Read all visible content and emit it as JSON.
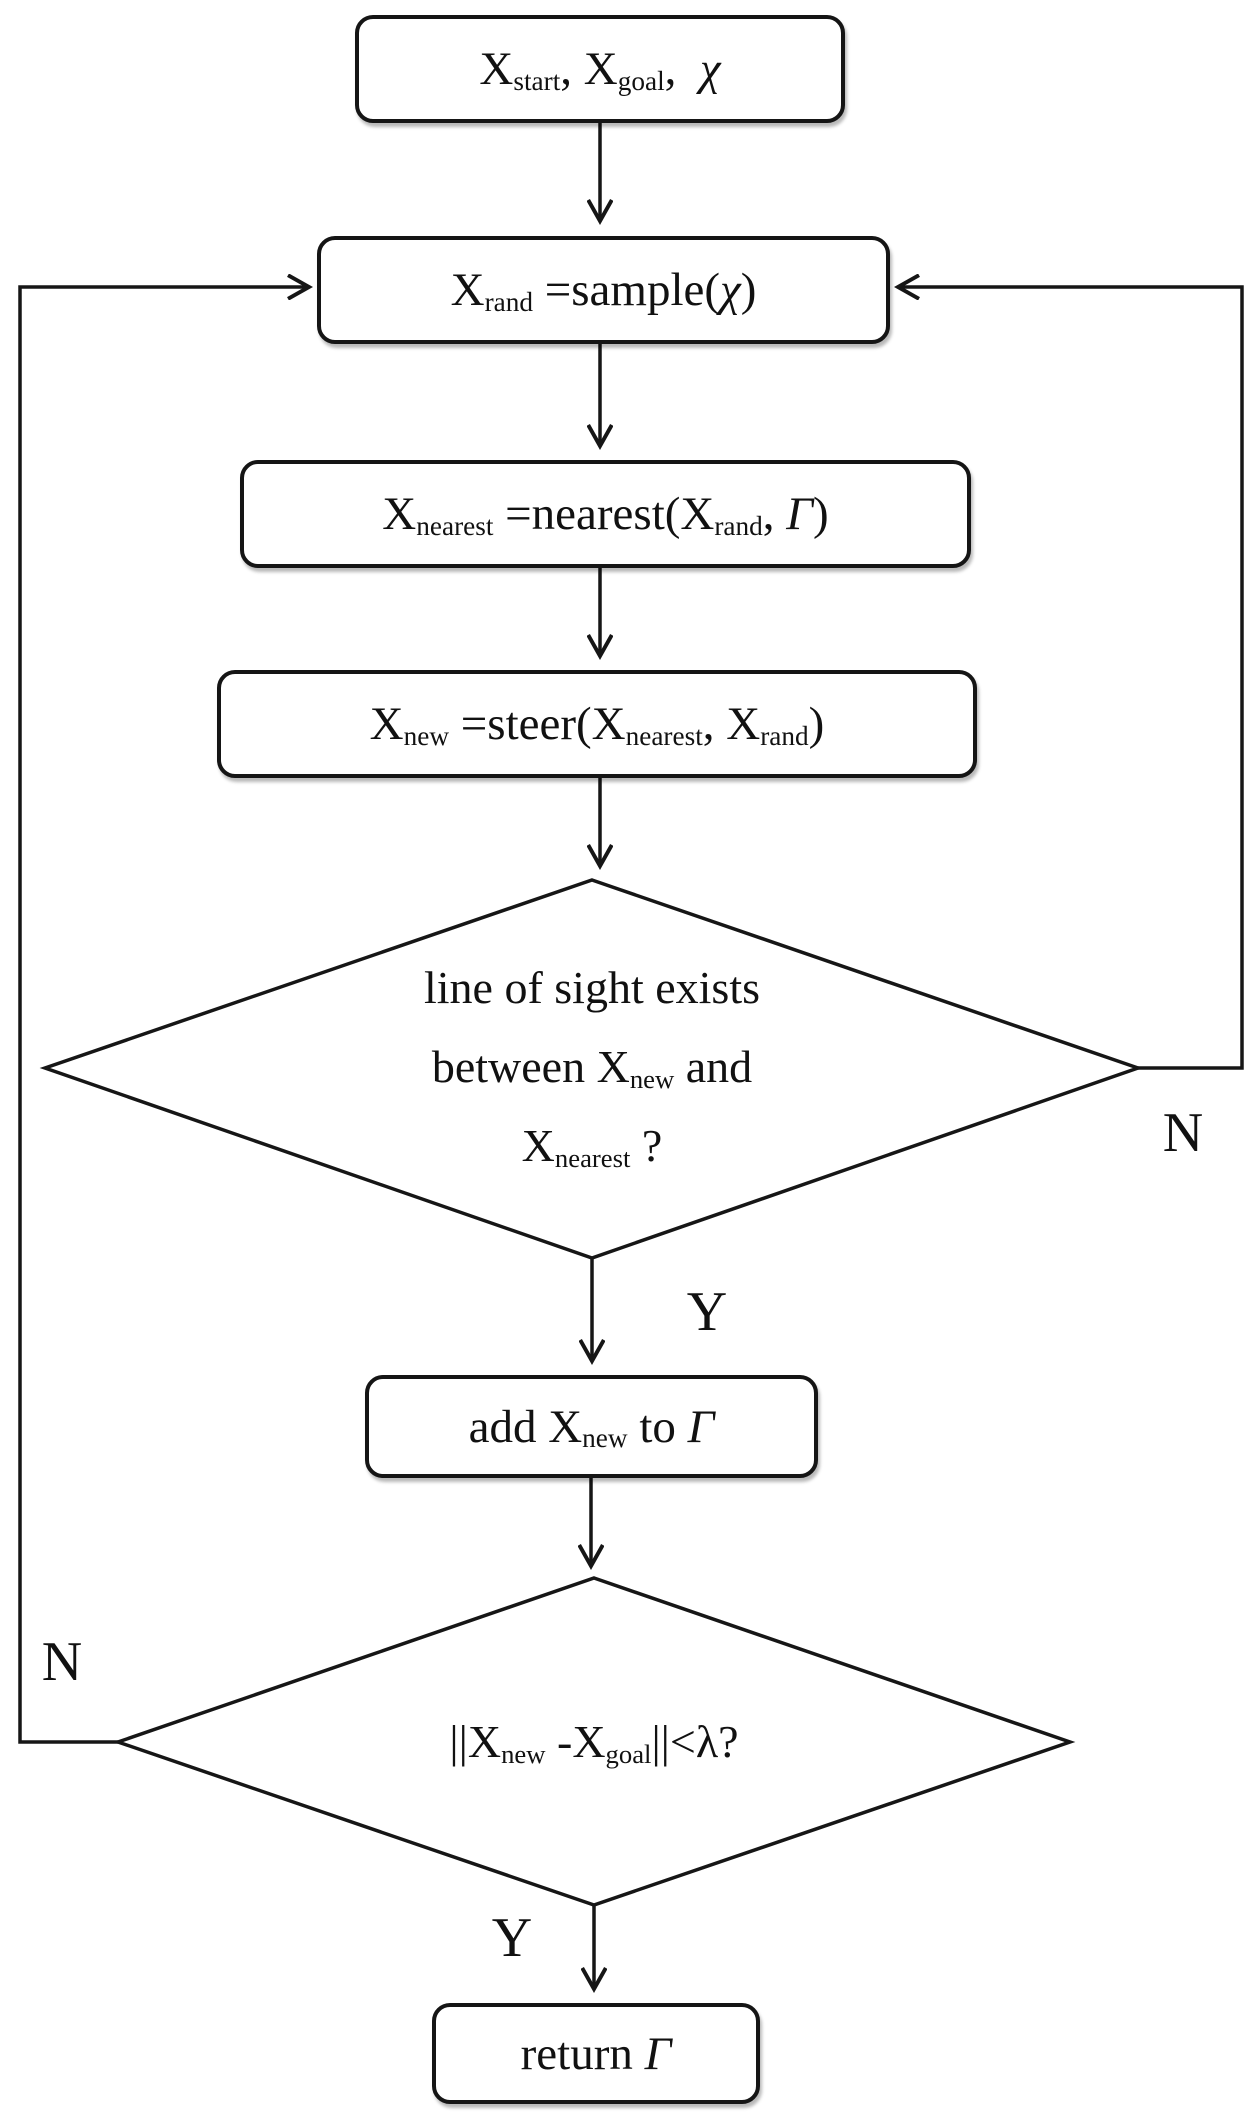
{
  "flowchart": {
    "nodes": {
      "start": {
        "segments": [
          {
            "t": "X"
          },
          {
            "t": "start",
            "sub": true
          },
          {
            "t": ", X"
          },
          {
            "t": "goal",
            "sub": true
          },
          {
            "t": ",  "
          },
          {
            "t": "χ",
            "i": true
          }
        ]
      },
      "sample": {
        "segments": [
          {
            "t": "X"
          },
          {
            "t": "rand",
            "sub": true
          },
          {
            "t": " =sample("
          },
          {
            "t": "χ",
            "i": true
          },
          {
            "t": ")"
          }
        ]
      },
      "nearest": {
        "segments": [
          {
            "t": "X"
          },
          {
            "t": "nearest",
            "sub": true
          },
          {
            "t": " =nearest(X"
          },
          {
            "t": "rand",
            "sub": true
          },
          {
            "t": ", "
          },
          {
            "t": "Γ",
            "i": true
          },
          {
            "t": ")"
          }
        ]
      },
      "steer": {
        "segments": [
          {
            "t": "X"
          },
          {
            "t": "new",
            "sub": true
          },
          {
            "t": " =steer(X"
          },
          {
            "t": "nearest",
            "sub": true
          },
          {
            "t": ", X"
          },
          {
            "t": "rand",
            "sub": true
          },
          {
            "t": ")"
          }
        ]
      },
      "line_of_sight_check": {
        "lines": [
          [
            {
              "t": "line of sight exists"
            }
          ],
          [
            {
              "t": "between X"
            },
            {
              "t": "new",
              "sub": true
            },
            {
              "t": " and"
            }
          ],
          [
            {
              "t": "X"
            },
            {
              "t": "nearest",
              "sub": true
            },
            {
              "t": " ?"
            }
          ]
        ]
      },
      "add_new": {
        "segments": [
          {
            "t": "add X"
          },
          {
            "t": "new",
            "sub": true
          },
          {
            "t": " to "
          },
          {
            "t": "Γ",
            "i": true
          }
        ]
      },
      "goal_check": {
        "segments": [
          {
            "t": "||X"
          },
          {
            "t": "new",
            "sub": true
          },
          {
            "t": " -X"
          },
          {
            "t": "goal",
            "sub": true
          },
          {
            "t": "||<λ?"
          }
        ]
      },
      "return": {
        "segments": [
          {
            "t": "return "
          },
          {
            "t": "Γ",
            "i": true
          }
        ]
      }
    },
    "branch_labels": {
      "line_of_sight_yes": "Y",
      "line_of_sight_no": "N",
      "goal_yes": "Y",
      "goal_no": "N"
    },
    "colors": {
      "stroke": "#161616",
      "node_fill": "#ffffff",
      "background": "#ffffff"
    }
  }
}
